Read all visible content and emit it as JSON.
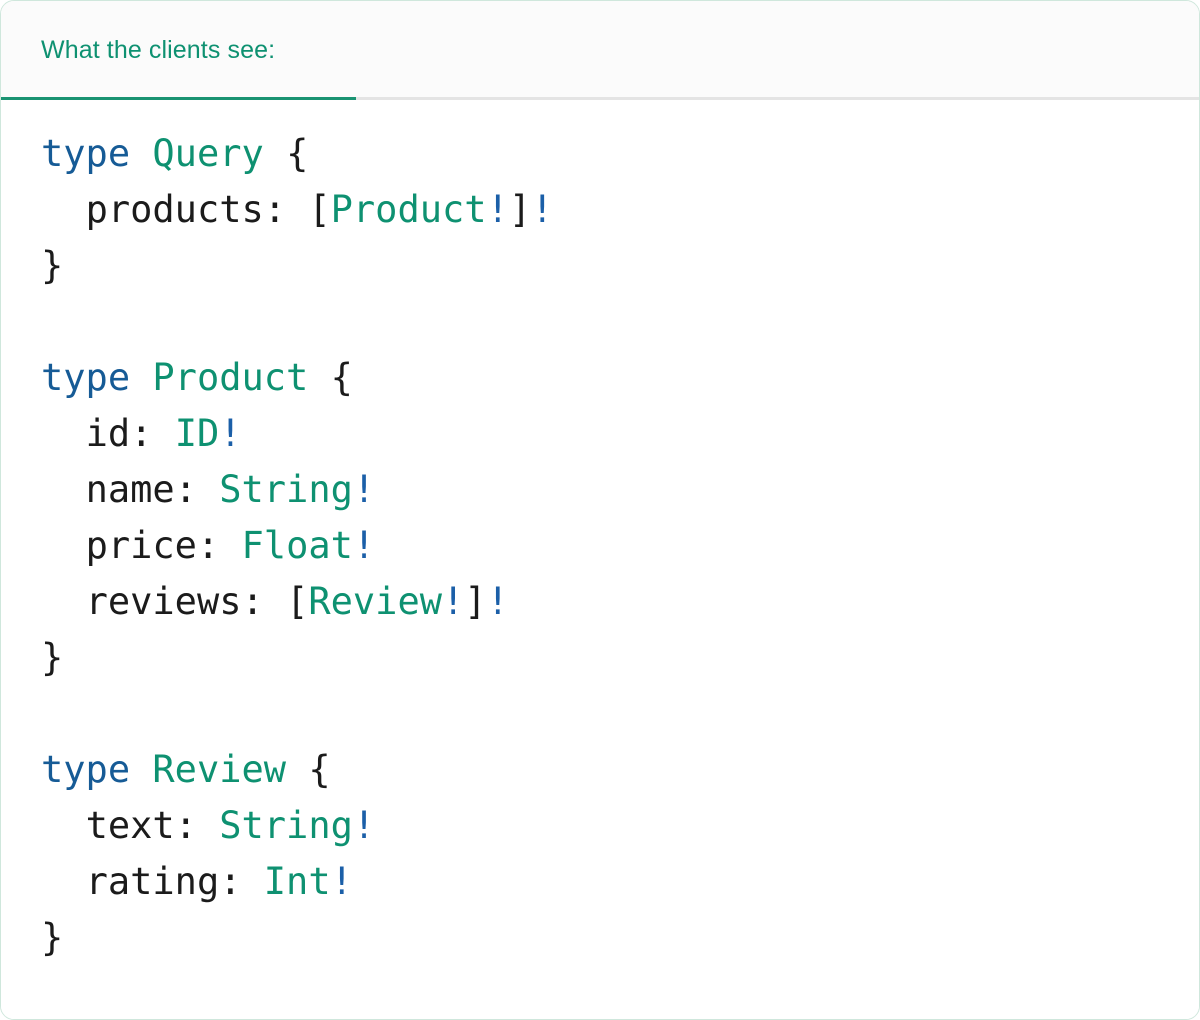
{
  "card": {
    "border_color": "#cfe7dc",
    "background": "#ffffff"
  },
  "header": {
    "background": "#fbfbfb",
    "active_tab_index": 0,
    "divider_color": "#e4e4e4",
    "tabs": [
      {
        "label": "What the clients see:",
        "active": true
      }
    ]
  },
  "theme": {
    "accent_green": "#0e9171",
    "underline_green": "#1a9372",
    "keyword_blue": "#165b96",
    "bang_blue": "#1b5fa8",
    "text_black": "#1b1b1b"
  },
  "code": {
    "language": "graphql",
    "lines": [
      {
        "indent": 0,
        "tokens": [
          {
            "t": "type",
            "c": "kw"
          },
          {
            "t": " ",
            "c": "punct"
          },
          {
            "t": "Query",
            "c": "type"
          },
          {
            "t": " ",
            "c": "punct"
          },
          {
            "t": "{",
            "c": "punct"
          }
        ]
      },
      {
        "indent": 2,
        "tokens": [
          {
            "t": "products",
            "c": "field"
          },
          {
            "t": ": ",
            "c": "punct"
          },
          {
            "t": "[",
            "c": "punct"
          },
          {
            "t": "Product",
            "c": "type"
          },
          {
            "t": "!",
            "c": "bang"
          },
          {
            "t": "]",
            "c": "punct"
          },
          {
            "t": "!",
            "c": "bang"
          }
        ]
      },
      {
        "indent": 0,
        "tokens": [
          {
            "t": "}",
            "c": "punct"
          }
        ]
      },
      {
        "blank": true
      },
      {
        "indent": 0,
        "tokens": [
          {
            "t": "type",
            "c": "kw"
          },
          {
            "t": " ",
            "c": "punct"
          },
          {
            "t": "Product",
            "c": "type"
          },
          {
            "t": " ",
            "c": "punct"
          },
          {
            "t": "{",
            "c": "punct"
          }
        ]
      },
      {
        "indent": 2,
        "tokens": [
          {
            "t": "id",
            "c": "field"
          },
          {
            "t": ": ",
            "c": "punct"
          },
          {
            "t": "ID",
            "c": "type"
          },
          {
            "t": "!",
            "c": "bang"
          }
        ]
      },
      {
        "indent": 2,
        "tokens": [
          {
            "t": "name",
            "c": "field"
          },
          {
            "t": ": ",
            "c": "punct"
          },
          {
            "t": "String",
            "c": "type"
          },
          {
            "t": "!",
            "c": "bang"
          }
        ]
      },
      {
        "indent": 2,
        "tokens": [
          {
            "t": "price",
            "c": "field"
          },
          {
            "t": ": ",
            "c": "punct"
          },
          {
            "t": "Float",
            "c": "type"
          },
          {
            "t": "!",
            "c": "bang"
          }
        ]
      },
      {
        "indent": 2,
        "tokens": [
          {
            "t": "reviews",
            "c": "field"
          },
          {
            "t": ": ",
            "c": "punct"
          },
          {
            "t": "[",
            "c": "punct"
          },
          {
            "t": "Review",
            "c": "type"
          },
          {
            "t": "!",
            "c": "bang"
          },
          {
            "t": "]",
            "c": "punct"
          },
          {
            "t": "!",
            "c": "bang"
          }
        ]
      },
      {
        "indent": 0,
        "tokens": [
          {
            "t": "}",
            "c": "punct"
          }
        ]
      },
      {
        "blank": true
      },
      {
        "indent": 0,
        "tokens": [
          {
            "t": "type",
            "c": "kw"
          },
          {
            "t": " ",
            "c": "punct"
          },
          {
            "t": "Review",
            "c": "type"
          },
          {
            "t": " ",
            "c": "punct"
          },
          {
            "t": "{",
            "c": "punct"
          }
        ]
      },
      {
        "indent": 2,
        "tokens": [
          {
            "t": "text",
            "c": "field"
          },
          {
            "t": ": ",
            "c": "punct"
          },
          {
            "t": "String",
            "c": "type"
          },
          {
            "t": "!",
            "c": "bang"
          }
        ]
      },
      {
        "indent": 2,
        "tokens": [
          {
            "t": "rating",
            "c": "field"
          },
          {
            "t": ": ",
            "c": "punct"
          },
          {
            "t": "Int",
            "c": "type"
          },
          {
            "t": "!",
            "c": "bang"
          }
        ]
      },
      {
        "indent": 0,
        "tokens": [
          {
            "t": "}",
            "c": "punct"
          }
        ]
      }
    ]
  }
}
